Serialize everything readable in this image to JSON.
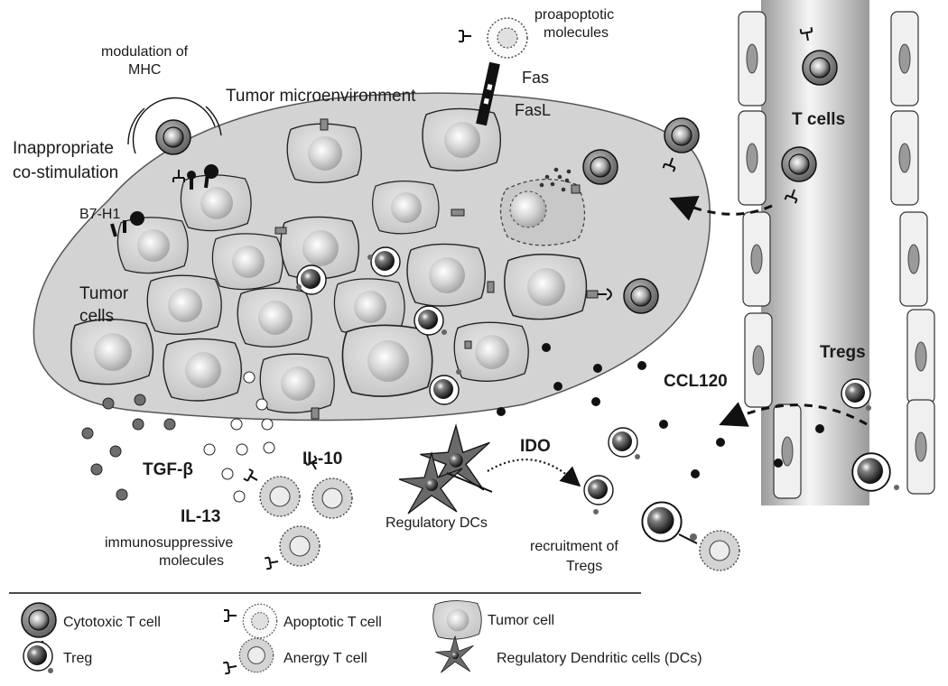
{
  "labels": {
    "proapoptotic_1": "proapoptotic",
    "proapoptotic_2": "molecules",
    "fas": "Fas",
    "fasl": "FasL",
    "modulation_1": "modulation of",
    "modulation_2": "MHC",
    "tumor_microenvironment": "Tumor microenvironment",
    "inappropriate_1": "Inappropriate",
    "inappropriate_2": "co-stimulation",
    "b7h1": "B7-H1",
    "tumor_cells_1": "Tumor",
    "tumor_cells_2": "cells",
    "t_cells": "T cells",
    "tregs": "Tregs",
    "ccl120": "CCL120",
    "tgf_beta": "TGF-β",
    "il10": "IL-10",
    "il13": "IL-13",
    "immuno_1": "immunosuppressive",
    "immuno_2": "molecules",
    "ido": "IDO",
    "regulatory_dcs": "Regulatory DCs",
    "recruitment_1": "recruitment of",
    "recruitment_2": "Tregs"
  },
  "legend": {
    "cytotoxic": "Cytotoxic T cell",
    "treg": "Treg",
    "apoptotic": "Apoptotic T cell",
    "anergy": "Anergy T cell",
    "tumor": "Tumor cell",
    "dcs": "Regulatory Dendritic cells (DCs)"
  }
}
